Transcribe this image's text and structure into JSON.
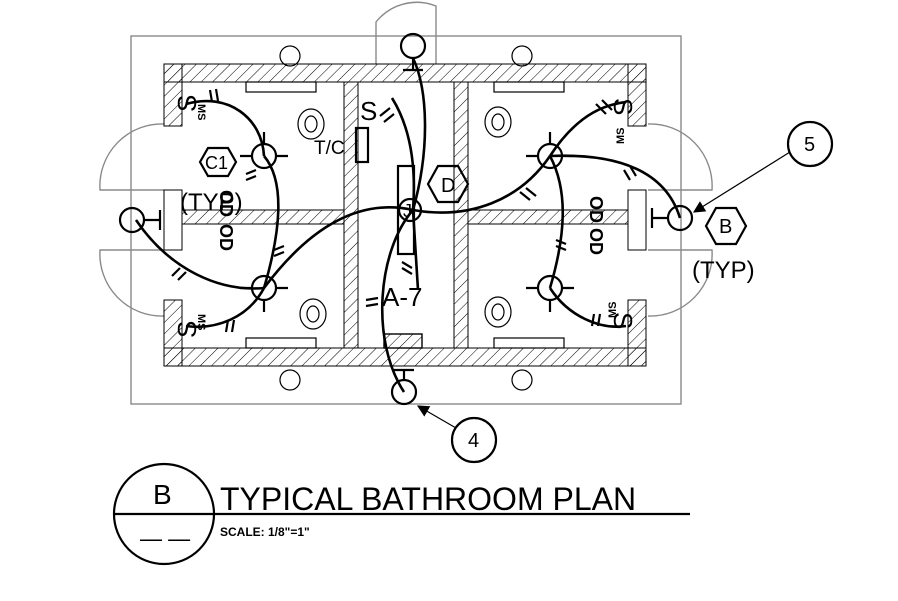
{
  "title_block": {
    "detail_letter": "B",
    "sheet_ref": "— —",
    "title": "TYPICAL BATHROOM PLAN",
    "scale": "SCALE: 1/8\"=1\""
  },
  "labels": {
    "switch_s": "S",
    "switch_ms": "MS",
    "tc": "T/C",
    "j": "J",
    "circuit": "A-7",
    "od": "OD",
    "typ": "(TYP)"
  },
  "tags": {
    "c1": "C1",
    "d": "D",
    "b": "B"
  },
  "callouts": [
    "5",
    "4"
  ]
}
